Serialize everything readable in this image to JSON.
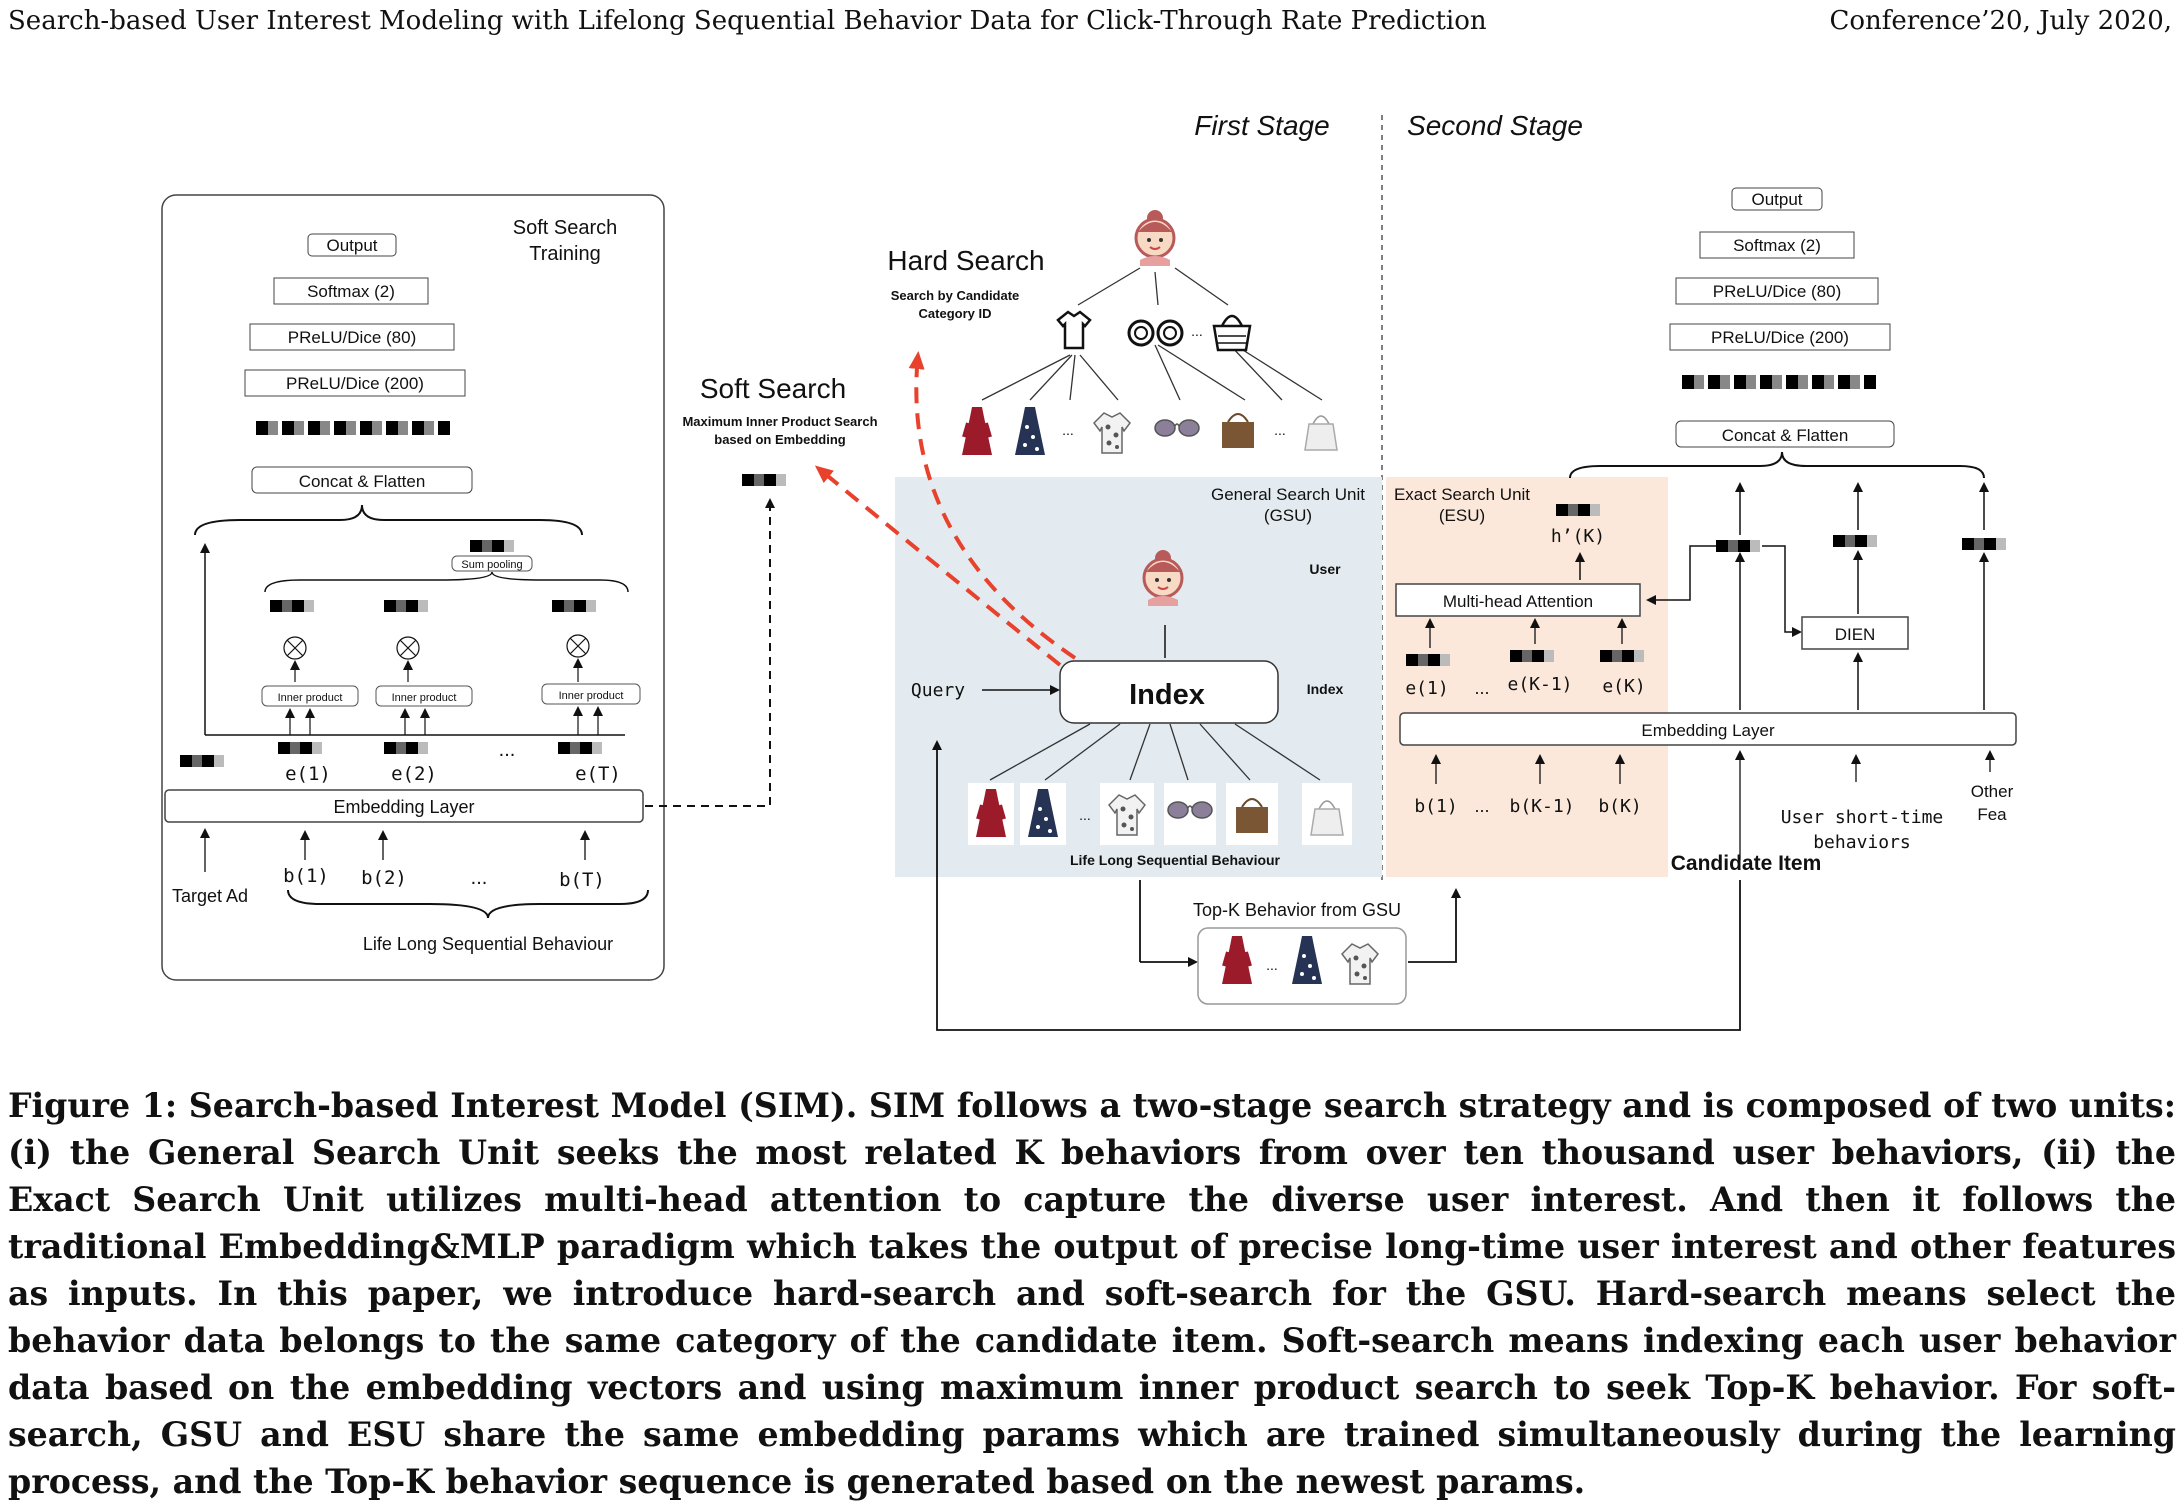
{
  "header": {
    "title": "Search-based User Interest Modeling with Lifelong Sequential Behavior Data for Click-Through Rate Prediction",
    "conference": "Conference’20, July 2020,"
  },
  "figure": {
    "stages": {
      "first": "First Stage",
      "second": "Second Stage"
    },
    "soft_training": {
      "title_line1": "Soft Search",
      "title_line2": "Training",
      "output": "Output",
      "softmax": "Softmax (2)",
      "prelu80": "PReLU/Dice (80)",
      "prelu200": "PReLU/Dice (200)",
      "concat": "Concat & Flatten",
      "sum_pooling": "Sum pooling",
      "inner_product": "Inner product",
      "e1": "e(1)",
      "e2": "e(2)",
      "eT": "e(T)",
      "dots": "...",
      "embedding_layer": "Embedding Layer",
      "b1": "b(1)",
      "b2": "b(2)",
      "bT": "b(T)",
      "target_ad": "Target Ad",
      "life_long": "Life Long Sequential Behaviour"
    },
    "hard_search": {
      "title": "Hard Search",
      "sub_line1": "Search by Candidate",
      "sub_line2": "Category ID"
    },
    "soft_search": {
      "title": "Soft Search",
      "sub_line1": "Maximum Inner Product Search",
      "sub_line2": "based on Embedding"
    },
    "gsu": {
      "title_line1": "General Search Unit",
      "title_line2": "(GSU)",
      "user": "User",
      "index": "Index",
      "index_small": "Index",
      "query": "Query",
      "life_long": "Life Long Sequential Behaviour",
      "topk": "Top-K Behavior from GSU"
    },
    "esu": {
      "title_line1": "Exact Search Unit",
      "title_line2": "(ESU)",
      "hK": "h’(K)",
      "mha": "Multi-head Attention",
      "e1": "e(1)",
      "eK1": "e(K-1)",
      "eK": "e(K)",
      "b1": "b(1)",
      "bK1": "b(K-1)",
      "bK": "b(K)",
      "dots": "..."
    },
    "right_mlp": {
      "output": "Output",
      "softmax": "Softmax (2)",
      "prelu80": "PReLU/Dice (80)",
      "prelu200": "PReLU/Dice (200)",
      "concat": "Concat & Flatten",
      "dien": "DIEN",
      "embedding_layer": "Embedding Layer",
      "candidate_item": "Candidate Item",
      "short_time_line1": "User short-time",
      "short_time_line2": "behaviors",
      "other_line1": "Other",
      "other_line2": "Fea"
    },
    "colors": {
      "gsu_bg": "#e3ebf0",
      "esu_bg": "#fbe8da",
      "red_arrow": "#e8412c"
    }
  },
  "caption": "Figure 1: Search-based Interest Model (SIM). SIM follows a two-stage search strategy and is composed of two units: (i) the General Search Unit seeks the most related K behaviors from over ten thousand user behaviors, (ii) the Exact Search Unit utilizes multi-head attention to capture the diverse user interest. And then it follows the traditional Embedding&MLP paradigm which takes the output of precise long-time user interest and other features as inputs. In this paper, we introduce hard-search and soft-search for the GSU. Hard-search means select the behavior data belongs to the same category of the candidate item. Soft-search means indexing each user behavior data based on the embedding vectors and using maximum inner product search to seek Top-K behavior. For soft-search, GSU and ESU share the same embedding params which are trained simultaneously during the learning process, and the Top-K behavior sequence is generated based on the newest params."
}
